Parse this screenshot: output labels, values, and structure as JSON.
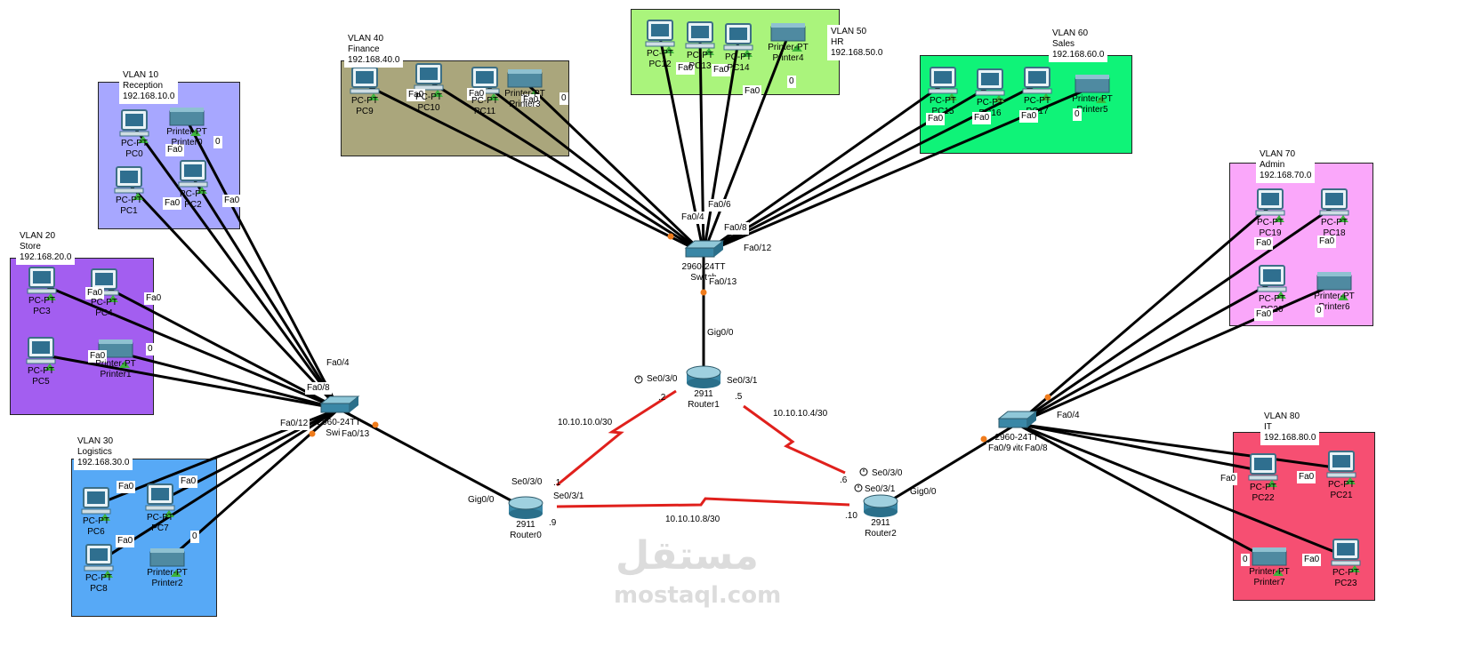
{
  "vlans": [
    {
      "id": "vlan10",
      "title": "VLAN 10",
      "name": "Reception",
      "subnet": "192.168.10.0",
      "color": "#a7a7ff"
    },
    {
      "id": "vlan20",
      "title": "VLAN 20",
      "name": "Store",
      "subnet": "192.168.20.0",
      "color": "#a35ef0"
    },
    {
      "id": "vlan30",
      "title": "VLAN 30",
      "name": "Logistics",
      "subnet": "192.168.30.0",
      "color": "#57a9f6"
    },
    {
      "id": "vlan40",
      "title": "VLAN 40",
      "name": "Finance",
      "subnet": "192.168.40.0",
      "color": "#aaa67c"
    },
    {
      "id": "vlan50",
      "title": "VLAN 50",
      "name": "HR",
      "subnet": "192.168.50.0",
      "color": "#aaf47c"
    },
    {
      "id": "vlan60",
      "title": "VLAN 60",
      "name": "Sales",
      "subnet": "192.168.60.0",
      "color": "#0ff378"
    },
    {
      "id": "vlan70",
      "title": "VLAN 70",
      "name": "Admin",
      "subnet": "192.168.70.0",
      "color": "#faa7fa"
    },
    {
      "id": "vlan80",
      "title": "VLAN 80",
      "name": "IT",
      "subnet": "192.168.80.0",
      "color": "#f64f72"
    }
  ],
  "pcs": [
    {
      "id": "pc0",
      "type": "PC-PT",
      "name": "PC0",
      "port": "Fa0"
    },
    {
      "id": "pc1",
      "type": "PC-PT",
      "name": "PC1",
      "port": "Fa0"
    },
    {
      "id": "pc2",
      "type": "PC-PT",
      "name": "PC2",
      "port": "Fa0"
    },
    {
      "id": "pc3",
      "type": "PC-PT",
      "name": "PC3",
      "port": "Fa0"
    },
    {
      "id": "pc4",
      "type": "PC-PT",
      "name": "PC4",
      "port": "Fa0"
    },
    {
      "id": "pc5",
      "type": "PC-PT",
      "name": "PC5",
      "port": "Fa0"
    },
    {
      "id": "pc6",
      "type": "PC-PT",
      "name": "PC6",
      "port": "Fa0"
    },
    {
      "id": "pc7",
      "type": "PC-PT",
      "name": "PC7",
      "port": "Fa0"
    },
    {
      "id": "pc8",
      "type": "PC-PT",
      "name": "PC8",
      "port": "Fa0"
    },
    {
      "id": "pc9",
      "type": "PC-PT",
      "name": "PC9",
      "port": "Fa0"
    },
    {
      "id": "pc10",
      "type": "PC-PT",
      "name": "PC10",
      "port": "Fa0"
    },
    {
      "id": "pc11",
      "type": "PC-PT",
      "name": "PC11",
      "port": "Fa0"
    },
    {
      "id": "pc12",
      "type": "PC-PT",
      "name": "PC12",
      "port": "Fa0"
    },
    {
      "id": "pc13",
      "type": "PC-PT",
      "name": "PC13",
      "port": "Fa0"
    },
    {
      "id": "pc14",
      "type": "PC-PT",
      "name": "PC14",
      "port": "Fa0"
    },
    {
      "id": "pc15",
      "type": "PC-PT",
      "name": "PC15",
      "port": "Fa0"
    },
    {
      "id": "pc16",
      "type": "PC-PT",
      "name": "PC16",
      "port": "Fa0"
    },
    {
      "id": "pc17",
      "type": "PC-PT",
      "name": "PC17",
      "port": "Fa0"
    },
    {
      "id": "pc18",
      "type": "PC-PT",
      "name": "PC18",
      "port": "Fa0"
    },
    {
      "id": "pc19",
      "type": "PC-PT",
      "name": "PC19",
      "port": "Fa0"
    },
    {
      "id": "pc20",
      "type": "PC-PT",
      "name": "PC20",
      "port": "Fa0"
    },
    {
      "id": "pc21",
      "type": "PC-PT",
      "name": "PC21",
      "port": "Fa0"
    },
    {
      "id": "pc22",
      "type": "PC-PT",
      "name": "PC22",
      "port": "Fa0"
    },
    {
      "id": "pc23",
      "type": "PC-PT",
      "name": "PC23",
      "port": "Fa0"
    }
  ],
  "printers": [
    {
      "id": "printer0",
      "type": "Printer-PT",
      "name": "Printer0",
      "port": "0"
    },
    {
      "id": "printer1",
      "type": "Printer-PT",
      "name": "Printer1",
      "port": "0"
    },
    {
      "id": "printer2",
      "type": "Printer-PT",
      "name": "Printer2",
      "port": "0"
    },
    {
      "id": "printer3",
      "type": "Printer-PT",
      "name": "Printer3",
      "port": "0"
    },
    {
      "id": "printer4",
      "type": "Printer-PT",
      "name": "Printer4",
      "port": "0"
    },
    {
      "id": "printer5",
      "type": "Printer-PT",
      "name": "Printer5",
      "port": "0"
    },
    {
      "id": "printer6",
      "type": "Printer-PT",
      "name": "Printer6",
      "port": "0"
    },
    {
      "id": "printer7",
      "type": "Printer-PT",
      "name": "Printer7",
      "port": "0"
    }
  ],
  "switches": [
    {
      "id": "sw_left",
      "model": "2960-24TT",
      "name": "Switch",
      "ports": [
        "Fa0/4",
        "Fa0/8",
        "Fa0/12",
        "Fa0/13"
      ]
    },
    {
      "id": "sw_top",
      "model": "2960-24TT",
      "name": "Switch",
      "ports": [
        "Fa0/4",
        "Fa0/6",
        "Fa0/8",
        "Fa0/12",
        "Fa0/13"
      ]
    },
    {
      "id": "sw_right",
      "model": "2960-24TT",
      "name": "Switch",
      "ports": [
        "Fa0/4",
        "Fa0/8",
        "Fa0/9"
      ]
    }
  ],
  "routers": [
    {
      "id": "router0",
      "model": "2911",
      "name": "Router0",
      "ports": [
        "Se0/3/0",
        "Se0/3/1",
        "Gig0/0"
      ],
      "addrs": [
        ".1",
        ".9"
      ]
    },
    {
      "id": "router1",
      "model": "2911",
      "name": "Router1",
      "ports": [
        "Se0/3/0",
        "Se0/3/1",
        "Gig0/0"
      ],
      "addrs": [
        ".2",
        ".5"
      ]
    },
    {
      "id": "router2",
      "model": "2911",
      "name": "Router2",
      "ports": [
        "Se0/3/0",
        "Se0/3/1",
        "Gig0/0"
      ],
      "addrs": [
        ".6",
        ".10"
      ]
    }
  ],
  "wan_links": [
    {
      "id": "net1",
      "subnet": "10.10.10.0/30"
    },
    {
      "id": "net2",
      "subnet": "10.10.10.4/30"
    },
    {
      "id": "net3",
      "subnet": "10.10.10.8/30"
    }
  ],
  "watermark": {
    "arabic": "مستقل",
    "latin": "mostaql.com"
  },
  "colors": {
    "cable": "#000000",
    "serial": "#e0201c",
    "link_up": "#3cb43c",
    "link_wait": "#f07c1c",
    "device": "#4a8fa8"
  }
}
